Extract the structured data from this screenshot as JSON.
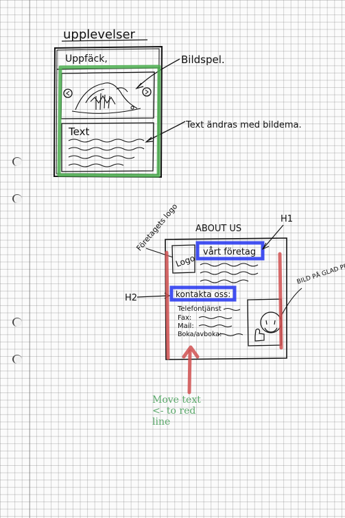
{
  "sketch1": {
    "title": "upplevelser",
    "box_heading": "Uppfäck,",
    "slideshow_label": "Bildspel.",
    "text_label": "Text",
    "annotation": "Text ändras med bildema."
  },
  "sketch2": {
    "page_title": "ABOUT  US",
    "h1_label": "H1",
    "h1_text": "vårt företag",
    "h2_label": "H2",
    "h2_text": "kontakta oss:",
    "logo_text": "Logo",
    "logo_annotation": "Företagets logo",
    "photo_annotation": "BILD PÅ GLAD PERSON",
    "contact_lines": [
      "Telefontjänst",
      "Fax:",
      "Mail:",
      "Boka/avboka:"
    ]
  },
  "note": {
    "text": "Move text\n<- to red\nline",
    "color": "#5aa86a"
  },
  "colors": {
    "green": "#4caf50",
    "blue": "#2233ee",
    "red": "#d05050"
  }
}
